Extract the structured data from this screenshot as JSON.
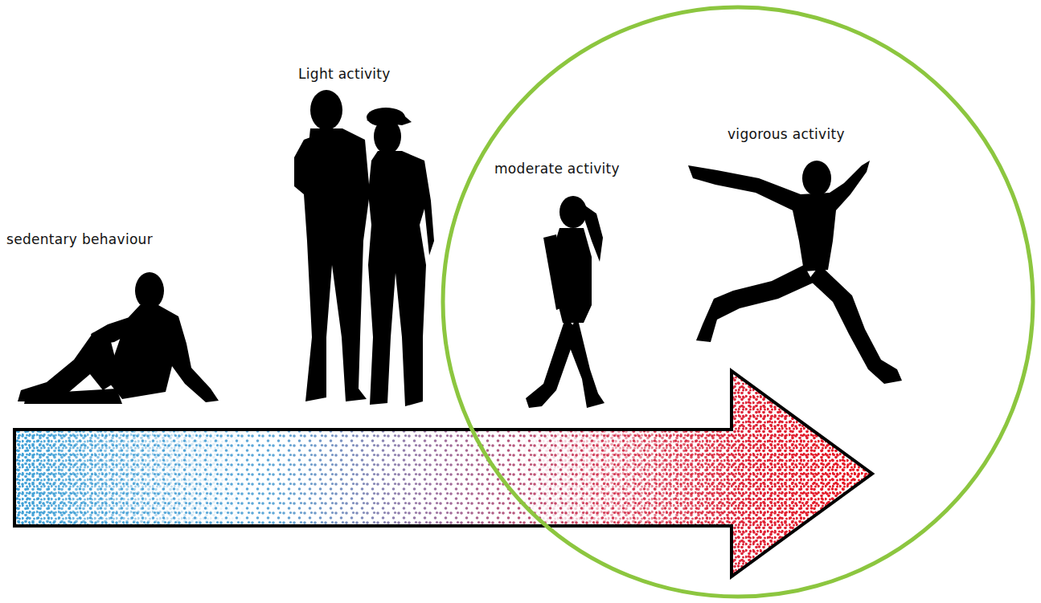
{
  "diagram": {
    "nodes": [
      {
        "text": [
          "moderate activity",
          "vigorous activity"
        ]
      }
    ],
    "labels": [
      "sedentary behaviour",
      "Light activity"
    ]
  }
}
